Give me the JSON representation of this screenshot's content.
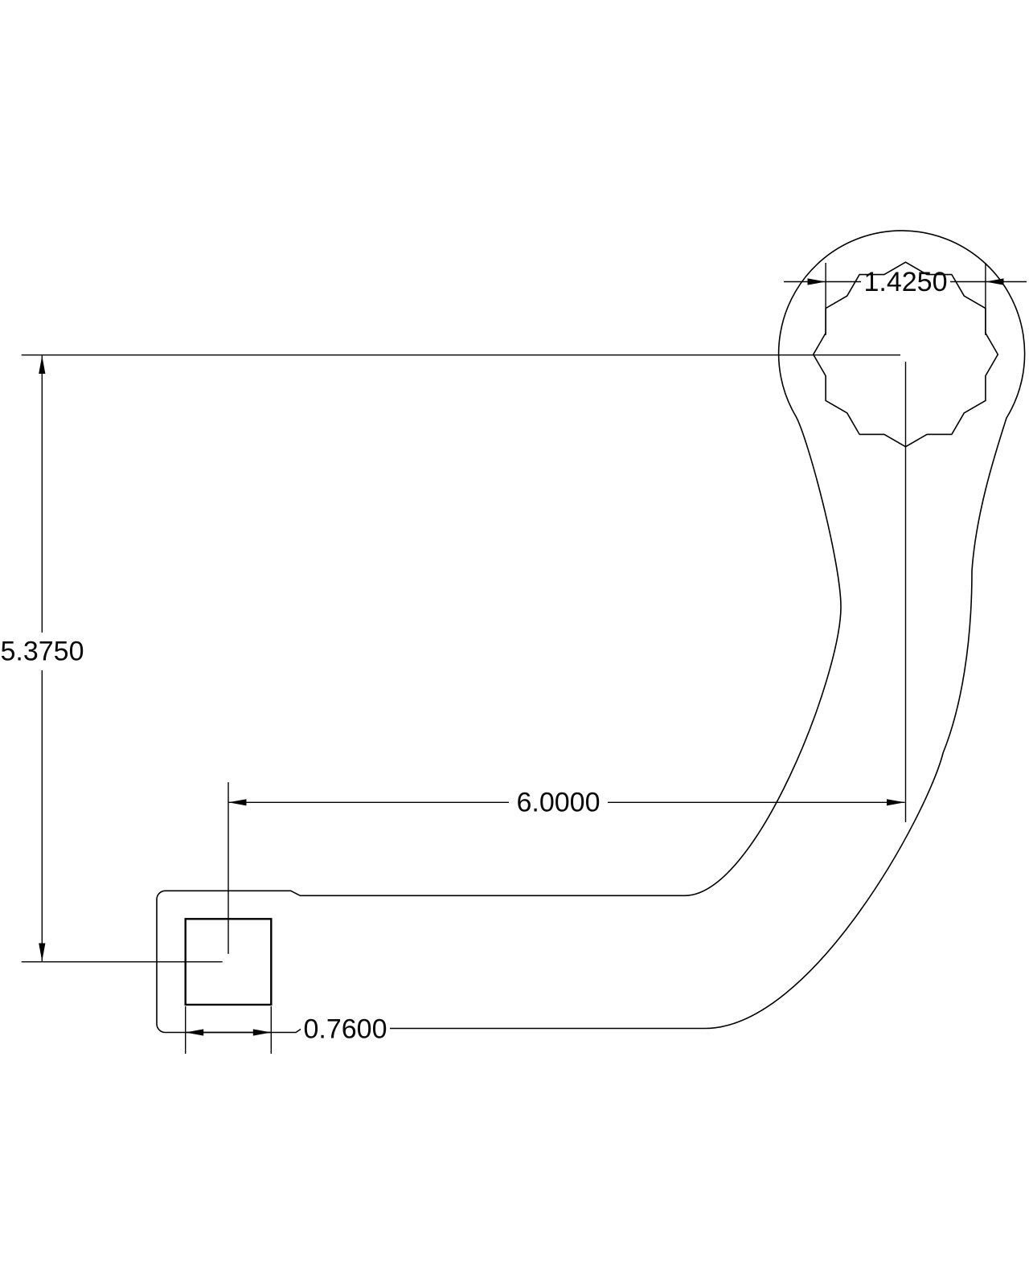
{
  "drawing": {
    "background_color": "#ffffff",
    "line_color": "#000000",
    "text_color": "#0a0a0a",
    "dimensions": {
      "ring_across_flats": "1.4250",
      "vertical_span": "5.3750",
      "horizontal_span": "6.0000",
      "square_drive_width": "0.7600"
    }
  }
}
